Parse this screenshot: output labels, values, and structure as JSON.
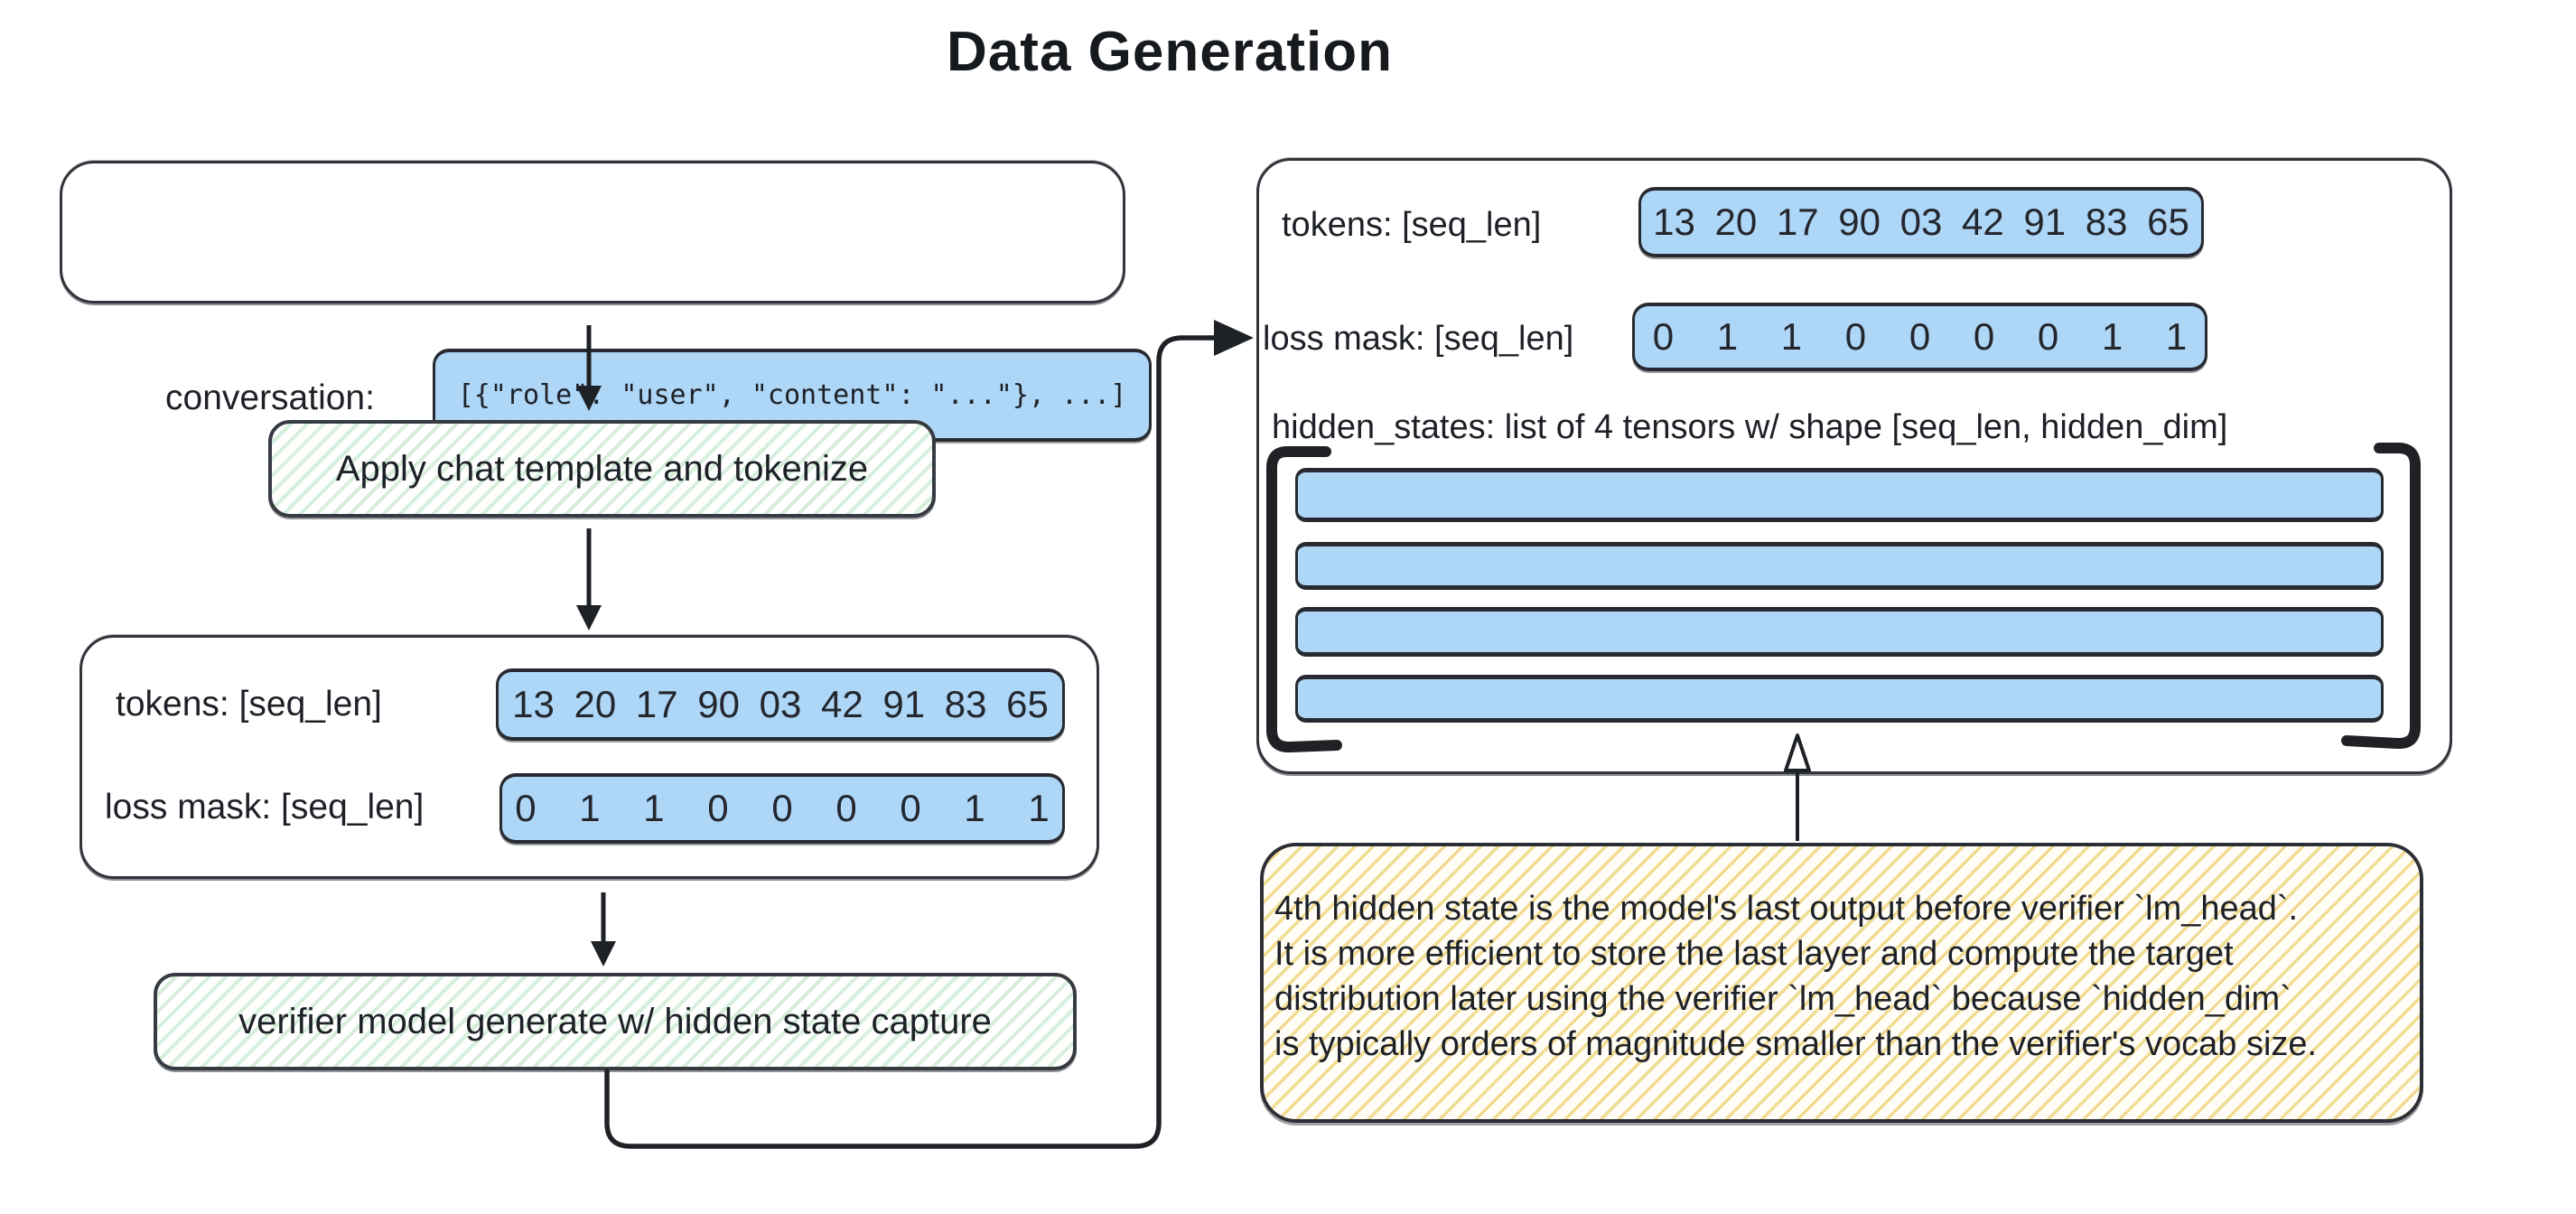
{
  "title": "Data Generation",
  "left": {
    "conversation_label": "conversation:",
    "conversation_code": "[{\"role\": \"user\", \"content\": \"...\"}, ...]",
    "step1_label": "Apply chat template and tokenize",
    "tokens_label": "tokens: [seq_len]",
    "tokens_values": "13 20 17 90 03 42 91 83 65",
    "loss_mask_label": "loss mask: [seq_len]",
    "loss_mask_values": "0 1 1 0 0 0 0 1 1",
    "step2_label": "verifier model generate w/ hidden state capture"
  },
  "right": {
    "tokens_label": "tokens: [seq_len]",
    "tokens_values": "13 20 17 90 03 42 91 83 65",
    "loss_mask_label": "loss mask: [seq_len]",
    "loss_mask_values": "0 1 1 0 0 0 0 1 1",
    "hidden_states_label": "hidden_states: list of 4 tensors w/ shape [seq_len, hidden_dim]",
    "tensor_count": 4
  },
  "note": {
    "lines": [
      "4th hidden state is the model's last output before verifier `lm_head`.",
      "It is more efficient to store the last layer and compute the target",
      "distribution later using the verifier `lm_head` because `hidden_dim`",
      "is typically orders of magnitude smaller than the verifier's vocab size."
    ]
  },
  "colors": {
    "blue_fill": "#aed6f7",
    "green_stripe": "#d7eedb",
    "yellow_stripe": "#f1dc94",
    "ink": "#2c3036"
  }
}
